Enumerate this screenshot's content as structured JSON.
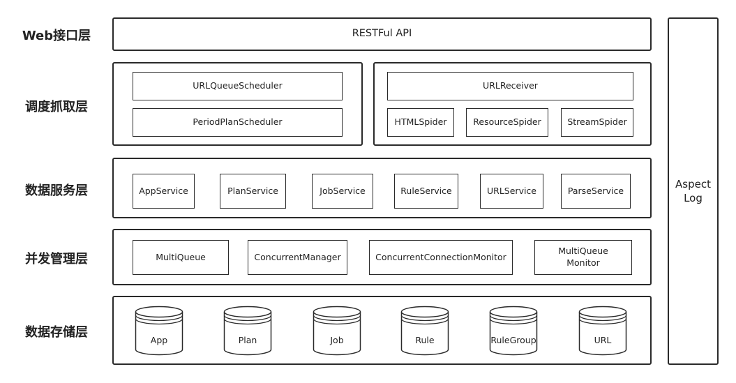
{
  "layers": {
    "web": {
      "label": "Web接口层",
      "box": "RESTFul API"
    },
    "schedule": {
      "label": "调度抓取层",
      "left": [
        "URLQueueScheduler",
        "PeriodPlanScheduler"
      ],
      "right_top": "URLReceiver",
      "right_bottom": [
        "HTMLSpider",
        "ResourceSpider",
        "StreamSpider"
      ]
    },
    "service": {
      "label": "数据服务层",
      "items": [
        "AppService",
        "PlanService",
        "JobService",
        "RuleService",
        "URLService",
        "ParseService"
      ]
    },
    "concurrency": {
      "label": "并发管理层",
      "items": [
        "MultiQueue",
        "ConcurrentManager",
        "ConcurrentConnectionMonitor"
      ],
      "multiline": {
        "line1": "MultiQueue",
        "line2": "Monitor"
      }
    },
    "storage": {
      "label": "数据存储层",
      "items": [
        "App",
        "Plan",
        "Job",
        "Rule",
        "RuleGroup",
        "URL"
      ]
    }
  },
  "aspect": {
    "line1": "Aspect",
    "line2": "Log"
  }
}
